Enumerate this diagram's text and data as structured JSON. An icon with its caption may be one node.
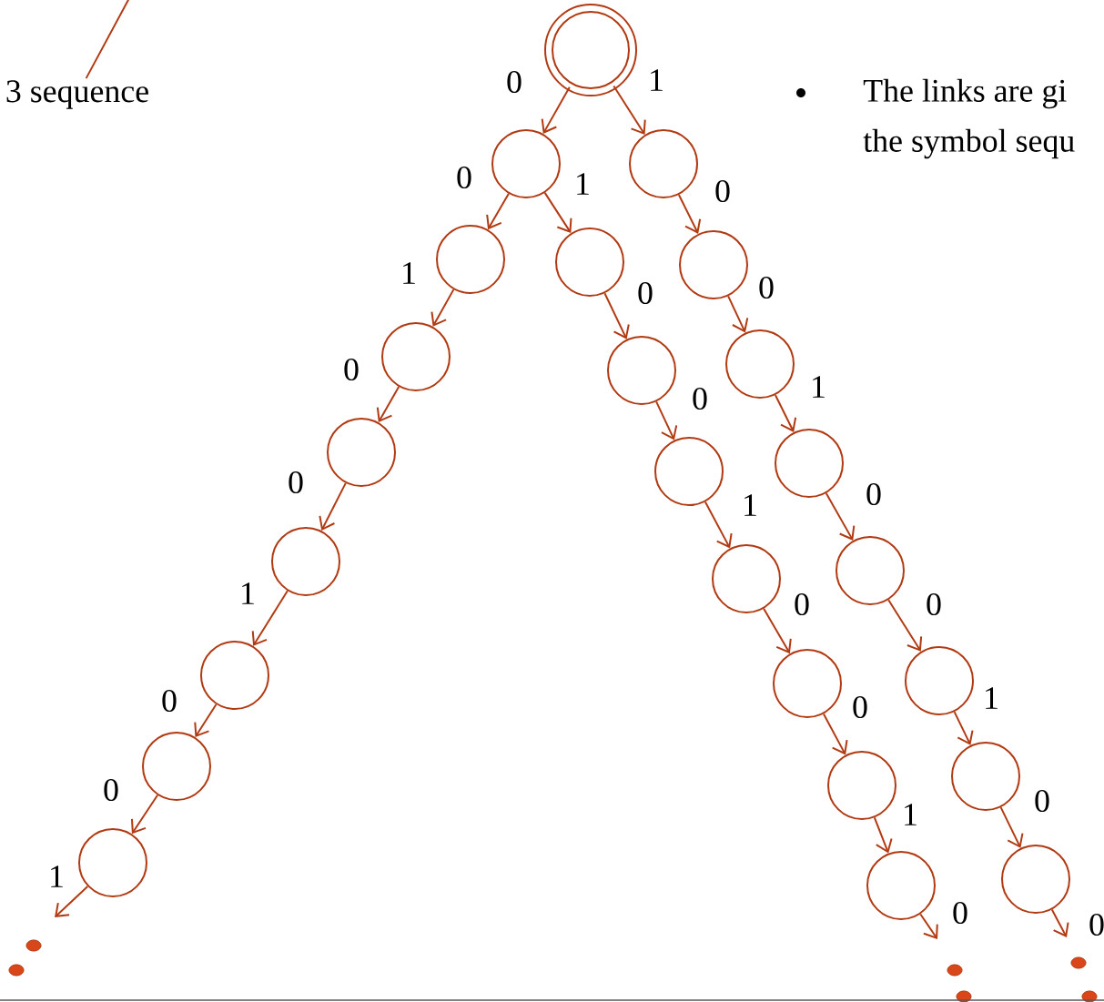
{
  "diagram": {
    "nodes": [
      {
        "text": [],
        "shape": "circle"
      },
      {
        "text": [],
        "shape": "circle"
      },
      {
        "text": [],
        "shape": "circle"
      },
      {
        "text": [],
        "shape": "circle"
      },
      {
        "text": [],
        "shape": "circle"
      },
      {
        "text": [],
        "shape": "circle"
      },
      {
        "text": [],
        "shape": "circle"
      },
      {
        "text": [],
        "shape": "circle"
      },
      {
        "text": [],
        "shape": "circle"
      },
      {
        "text": [],
        "shape": "circle"
      },
      {
        "text": [],
        "shape": "circle"
      },
      {
        "text": [],
        "shape": "circle"
      },
      {
        "text": [],
        "shape": "circle"
      },
      {
        "text": [],
        "shape": "circle"
      },
      {
        "text": [],
        "shape": "circle"
      },
      {
        "text": [],
        "shape": "circle"
      },
      {
        "text": [],
        "shape": "circle"
      },
      {
        "text": [],
        "shape": "circle"
      },
      {
        "text": [],
        "shape": "circle"
      },
      {
        "text": [],
        "shape": "circle"
      },
      {
        "text": [],
        "shape": "circle"
      },
      {
        "text": [],
        "shape": "circle"
      },
      {
        "text": [],
        "shape": "circle"
      },
      {
        "text": [],
        "shape": "circle"
      },
      {
        "text": [
          "3 sequence"
        ]
      }
    ],
    "edges": [
      {
        "from": 0,
        "to": 1,
        "arrow": "to",
        "label": "0"
      },
      {
        "from": 0,
        "to": 2,
        "arrow": "to",
        "label": "1"
      },
      {
        "from": 1,
        "to": 3,
        "arrow": "to",
        "label": "0"
      },
      {
        "from": 1,
        "to": 4,
        "arrow": "to",
        "label": "1"
      },
      {
        "from": 2,
        "to": 5,
        "arrow": "to",
        "label": "0"
      },
      {
        "from": 3,
        "to": 6,
        "arrow": "to",
        "label": "1"
      },
      {
        "from": 6,
        "to": 7,
        "arrow": "to",
        "label": "0"
      },
      {
        "from": 7,
        "to": 8,
        "arrow": "to",
        "label": "0"
      },
      {
        "from": 8,
        "to": 9,
        "arrow": "to",
        "label": "1"
      },
      {
        "from": 9,
        "to": 10,
        "arrow": "to",
        "label": "0"
      },
      {
        "from": 10,
        "to": 11,
        "arrow": "to",
        "label": "0"
      },
      {
        "from": 11,
        "to": null,
        "arrow": "to",
        "label": "1"
      },
      {
        "from": 4,
        "to": 12,
        "arrow": "to",
        "label": "0"
      },
      {
        "from": 12,
        "to": 13,
        "arrow": "to",
        "label": "0"
      },
      {
        "from": 13,
        "to": 14,
        "arrow": "to",
        "label": "1"
      },
      {
        "from": 14,
        "to": 15,
        "arrow": "to",
        "label": "0"
      },
      {
        "from": 15,
        "to": 16,
        "arrow": "to",
        "label": "0"
      },
      {
        "from": 16,
        "to": 17,
        "arrow": "to",
        "label": "1"
      },
      {
        "from": 17,
        "to": null,
        "arrow": "to",
        "label": "0"
      },
      {
        "from": 5,
        "to": 18,
        "arrow": "to",
        "label": "0"
      },
      {
        "from": 18,
        "to": 19,
        "arrow": "to",
        "label": "1"
      },
      {
        "from": 19,
        "to": 20,
        "arrow": "to",
        "label": "0"
      },
      {
        "from": 20,
        "to": 21,
        "arrow": "to",
        "label": "0"
      },
      {
        "from": 21,
        "to": 22,
        "arrow": "to",
        "label": "1"
      },
      {
        "from": 22,
        "to": 23,
        "arrow": "to",
        "label": "0"
      },
      {
        "from": 23,
        "to": null,
        "arrow": "to",
        "label": "0"
      },
      {
        "from": null,
        "to": 24,
        "arrow": "none"
      }
    ],
    "labels": [
      "The links are gi",
      "the symbol sequ"
    ]
  }
}
